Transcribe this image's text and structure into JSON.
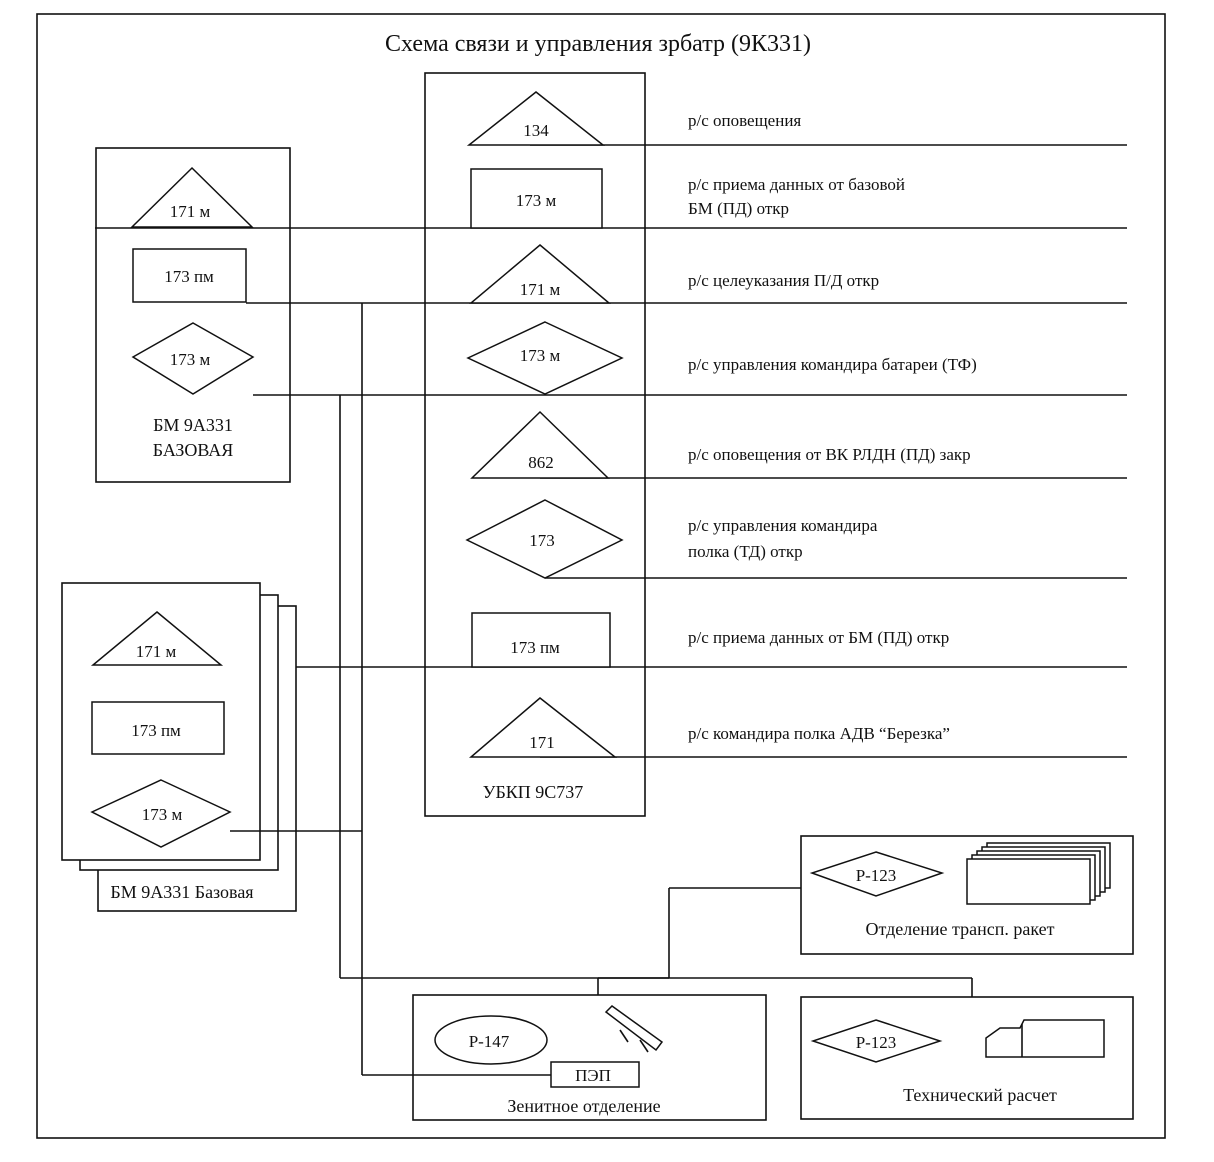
{
  "title": "Схема связи и управления  зрбатр (9К331)",
  "ubkp": {
    "caption": "УБКП   9С737",
    "nodes": [
      "134",
      "173 м",
      "171 м",
      "173 м",
      "862",
      "173",
      "173 пм",
      "171"
    ]
  },
  "channels": [
    "р/с  оповещения",
    "р/с  приема данных от базовой",
    "БМ  (ПД)  откр",
    "р/с целеуказания  П/Д откр",
    "р/с управления командира батареи  (ТФ)",
    "р/с оповещения от ВК РЛДН (ПД) закр",
    "р/с управления командира",
    "полка (ТД) откр",
    "р/с приема данных от БМ (ПД) откр",
    "р/с командира полка АДВ “Березка”"
  ],
  "bm_base": {
    "nodes": [
      "171 м",
      "173 пм",
      "173 м"
    ],
    "caption_1": "БМ 9А331",
    "caption_2": "БАЗОВАЯ"
  },
  "bm_stack": {
    "nodes": [
      "171 м",
      "173 пм",
      "173 м"
    ],
    "caption": "БМ 9А331 Базовая"
  },
  "missile_transport": {
    "radio": "Р-123",
    "caption": "Отделение трансп. ракет"
  },
  "technical_crew": {
    "radio": "Р-123",
    "caption": "Технический расчет"
  },
  "aa_squad": {
    "radio": "Р-147",
    "pep": "ПЭП",
    "caption": "Зенитное отделение"
  }
}
